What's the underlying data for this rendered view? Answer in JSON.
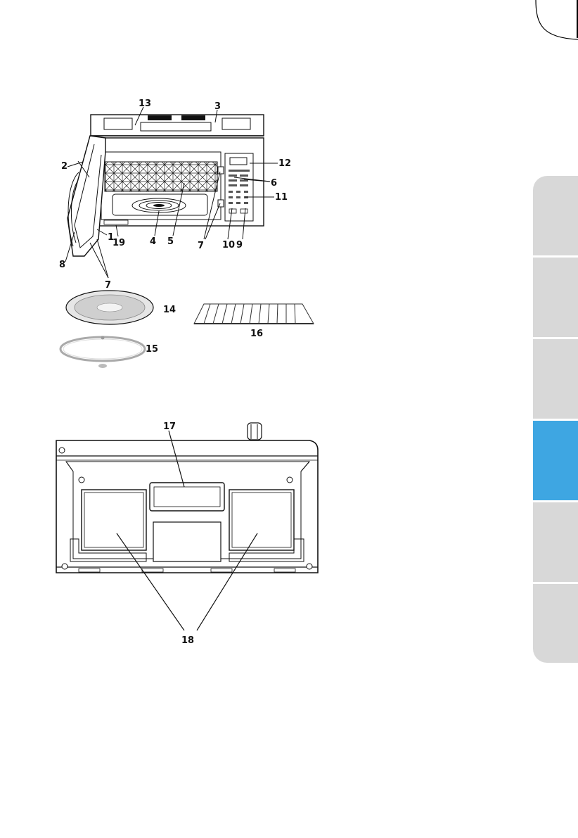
{
  "callouts": {
    "c1": "1",
    "c2": "2",
    "c3": "3",
    "c4": "4",
    "c5": "5",
    "c6": "6",
    "c7": "7",
    "c8": "8",
    "c9": "9",
    "c10": "10",
    "c11": "11",
    "c12": "12",
    "c13": "13",
    "c14": "14",
    "c15": "15",
    "c16": "16",
    "c17": "17",
    "c18": "18",
    "c19": "19"
  },
  "side_tabs": [
    {
      "color": "#d8d8d8",
      "active": false
    },
    {
      "color": "#d8d8d8",
      "active": false
    },
    {
      "color": "#d8d8d8",
      "active": false
    },
    {
      "color": "#3ea6e2",
      "active": true
    },
    {
      "color": "#d8d8d8",
      "active": false
    },
    {
      "color": "#d8d8d8",
      "active": false
    }
  ]
}
